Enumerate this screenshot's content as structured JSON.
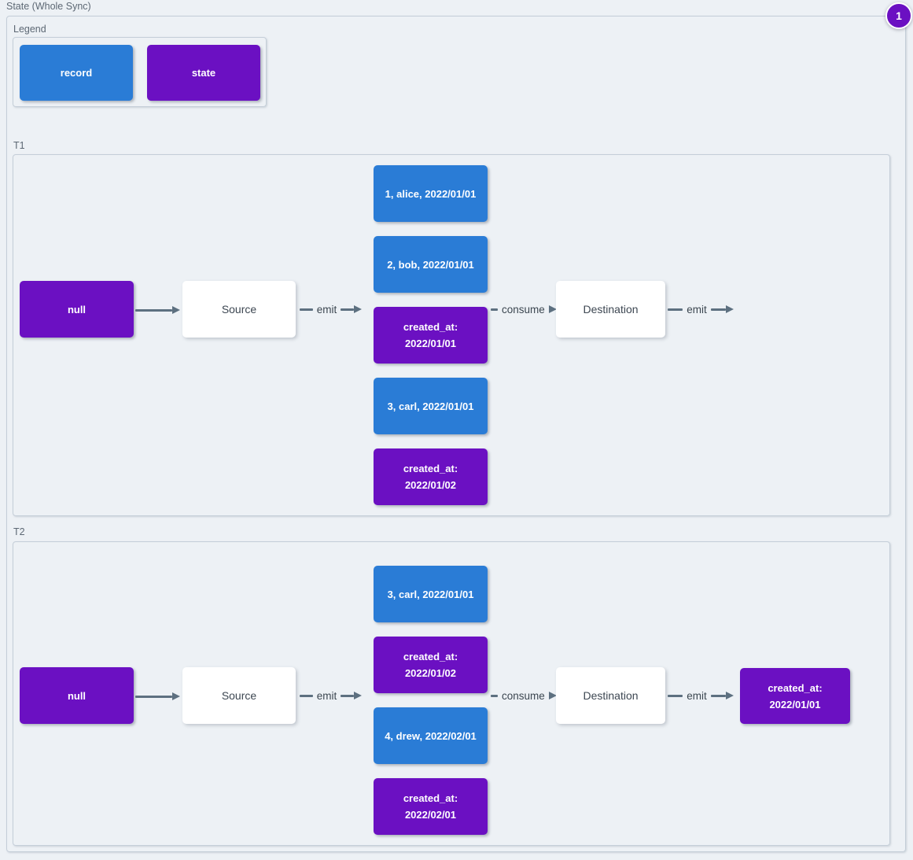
{
  "title": "State (Whole Sync)",
  "badge": {
    "label": "1"
  },
  "colors": {
    "record_blue": "#2a7cd6",
    "state_purple": "#6b10c2",
    "background": "#edf1f5",
    "arrow": "#5d7080"
  },
  "legend": {
    "label": "Legend",
    "items": [
      {
        "type": "record",
        "label": "record"
      },
      {
        "type": "state",
        "label": "state"
      }
    ]
  },
  "connectors": {
    "emit": "emit",
    "consume": "consume"
  },
  "sections": [
    {
      "label": "T1",
      "state_in": "null",
      "source": "Source",
      "destination": "Destination",
      "messages": [
        {
          "type": "record",
          "lines": [
            "1, alice, 2022/01/01"
          ]
        },
        {
          "type": "record",
          "lines": [
            "2, bob, 2022/01/01"
          ]
        },
        {
          "type": "state",
          "lines": [
            "created_at:",
            "2022/01/01"
          ]
        },
        {
          "type": "record",
          "lines": [
            "3, carl, 2022/01/01"
          ]
        },
        {
          "type": "state",
          "lines": [
            "created_at:",
            "2022/01/02"
          ]
        }
      ]
    },
    {
      "label": "T2",
      "state_in": "null",
      "source": "Source",
      "destination": "Destination",
      "messages": [
        {
          "type": "record",
          "lines": [
            "3, carl, 2022/01/01"
          ]
        },
        {
          "type": "state",
          "lines": [
            "created_at:",
            "2022/01/02"
          ]
        },
        {
          "type": "record",
          "lines": [
            "4, drew, 2022/02/01"
          ]
        },
        {
          "type": "state",
          "lines": [
            "created_at:",
            "2022/02/01"
          ]
        }
      ],
      "state_out": {
        "lines": [
          "created_at:",
          "2022/01/01"
        ]
      }
    }
  ]
}
